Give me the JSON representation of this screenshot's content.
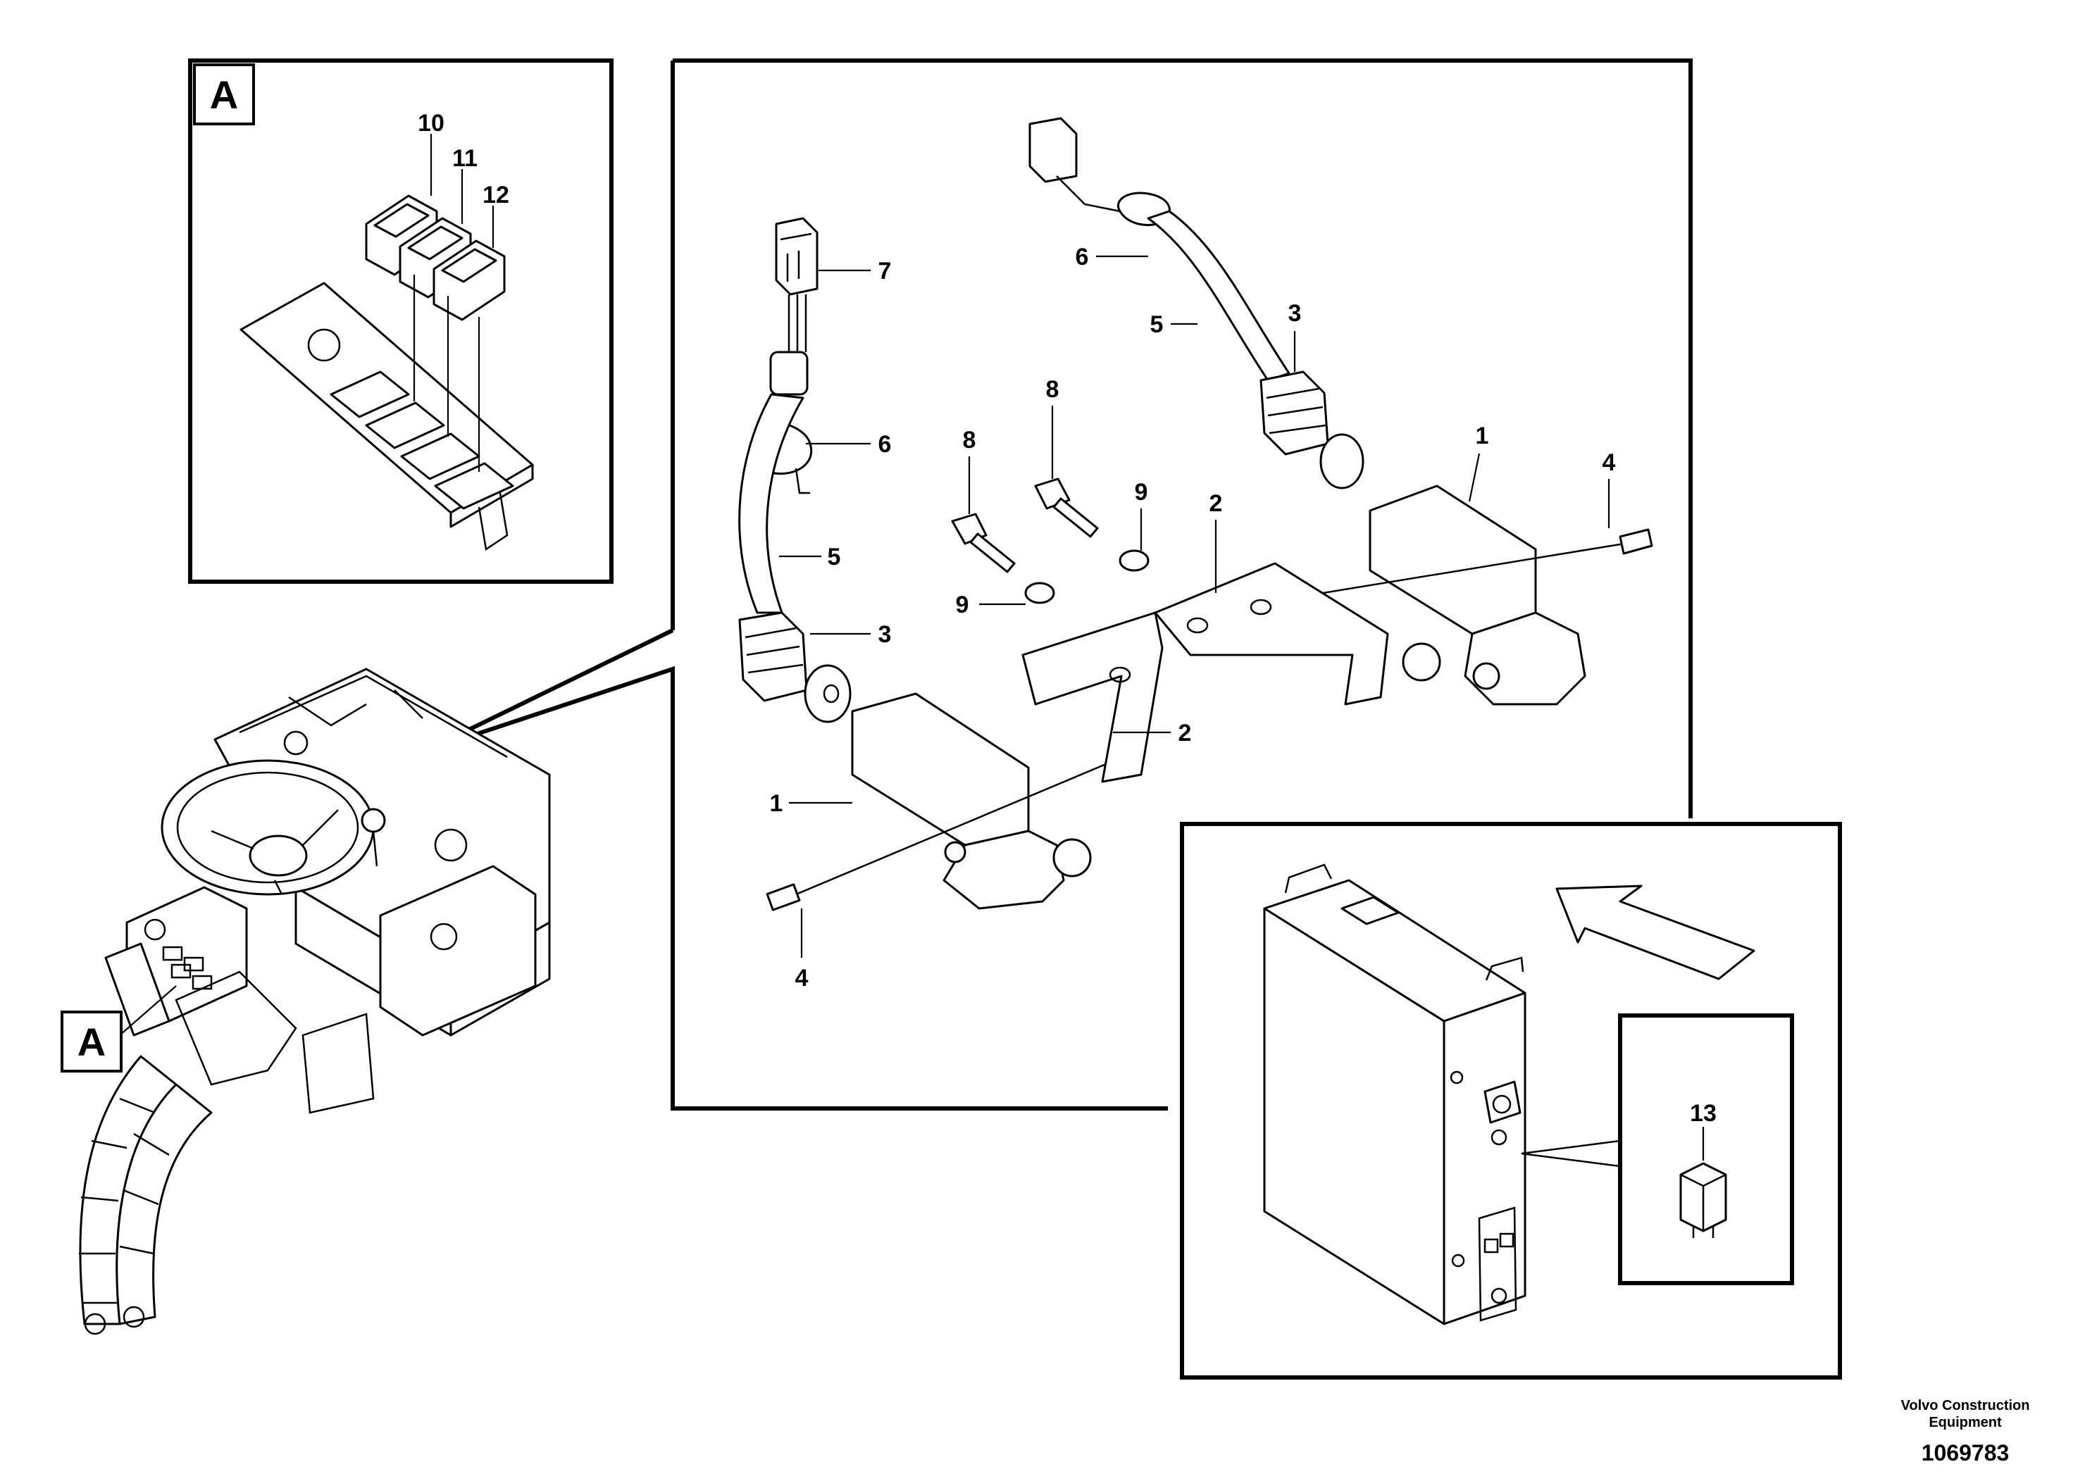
{
  "detail_marker": "A",
  "detail_a": {
    "labels": [
      "10",
      "11",
      "12"
    ]
  },
  "main_view": {
    "labels": {
      "l1a": "1",
      "l1b": "1",
      "l2a": "2",
      "l2b": "2",
      "l3a": "3",
      "l3b": "3",
      "l4a": "4",
      "l4b": "4",
      "l5a": "5",
      "l5b": "5",
      "l6a": "6",
      "l6b": "6",
      "l7": "7",
      "l8a": "8",
      "l8b": "8",
      "l9a": "9",
      "l9b": "9"
    }
  },
  "relay_inset": {
    "label": "13"
  },
  "footer": {
    "company_line1": "Volvo Construction",
    "company_line2": "Equipment",
    "drawing_number": "1069783"
  }
}
